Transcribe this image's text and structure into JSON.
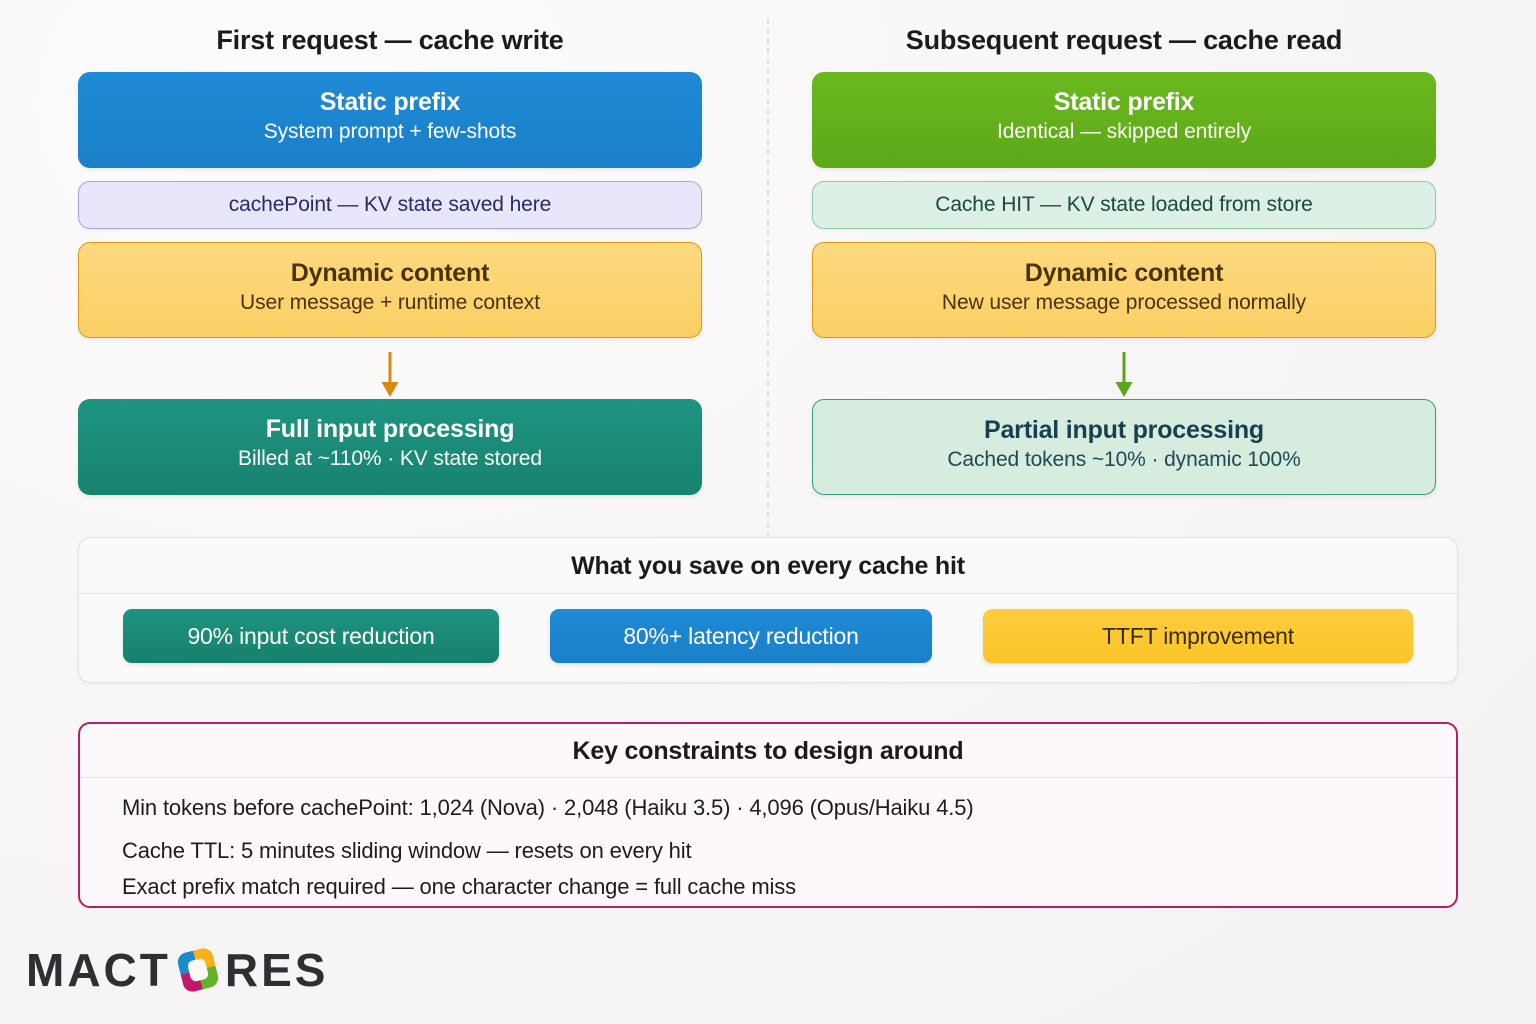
{
  "columns": [
    {
      "title": "First request — cache write",
      "boxes": [
        {
          "kind": "big",
          "style": "blue",
          "title": "Static prefix",
          "sub": "System prompt + few-shots"
        },
        {
          "kind": "thin",
          "style": "lavender",
          "text": "cachePoint — KV state saved here"
        },
        {
          "kind": "big",
          "style": "amber",
          "title": "Dynamic content",
          "sub": "User message + runtime context"
        },
        {
          "kind": "big",
          "style": "teal",
          "title": "Full input processing",
          "sub": "Billed at ~110% · KV state stored"
        }
      ],
      "arrow_color": "#d9890f"
    },
    {
      "title": "Subsequent request — cache read",
      "boxes": [
        {
          "kind": "big",
          "style": "green",
          "title": "Static prefix",
          "sub": "Identical — skipped entirely"
        },
        {
          "kind": "thin",
          "style": "mint",
          "text": "Cache HIT — KV state loaded from store"
        },
        {
          "kind": "big",
          "style": "amber",
          "title": "Dynamic content",
          "sub": "New user message processed normally"
        },
        {
          "kind": "big",
          "style": "palemint",
          "title": "Partial input processing",
          "sub": "Cached tokens ~10% · dynamic 100%"
        }
      ],
      "arrow_color": "#5aa61a"
    }
  ],
  "savings": {
    "title": "What you save on every cache hit",
    "pills": [
      {
        "label": "90% input cost reduction",
        "color": "#17806c"
      },
      {
        "label": "80%+ latency reduction",
        "color": "#1a80c8"
      },
      {
        "label": "TTFT improvement",
        "color": "#fbc528"
      }
    ]
  },
  "constraints": {
    "title": "Key constraints to design around",
    "border_color": "#b41f6b",
    "items": [
      "Min tokens before cachePoint: 1,024 (Nova) · 2,048 (Haiku 3.5) · 4,096 (Opus/Haiku 4.5)",
      "Cache TTL: 5 minutes sliding window — resets on every hit",
      "Exact prefix match required — one character change = full cache miss"
    ]
  },
  "logo": {
    "text_left": "MACT",
    "text_right": "RES",
    "mark_colors": {
      "top_left": "#1a8ccd",
      "top_right": "#fbb018",
      "bottom_left": "#c2186a",
      "bottom_right": "#63b32a"
    }
  }
}
